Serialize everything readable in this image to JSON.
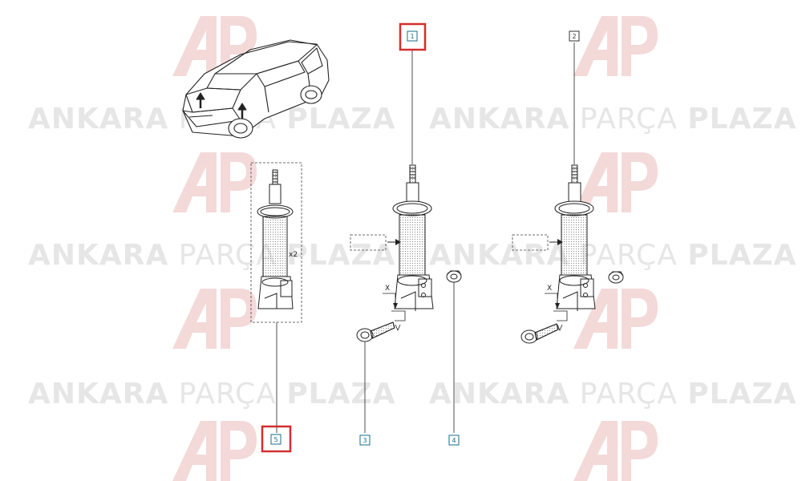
{
  "watermark": {
    "brand_bold": "ANKARA",
    "brand_light": "PARÇA",
    "brand_bold2": "PLAZA",
    "logo_color": "#d32f2f",
    "text_color": "#e6e6e6"
  },
  "callouts": {
    "c1": "1",
    "c2": "2",
    "c3": "3",
    "c4": "4",
    "c5": "5"
  },
  "labels": {
    "x_left": "X",
    "x_right": "X",
    "qty": "x2"
  },
  "colors": {
    "highlight": "#d32f2f",
    "callout_blue": "#1a6d8a",
    "line": "#222222",
    "shading": "#bbbbbb"
  }
}
